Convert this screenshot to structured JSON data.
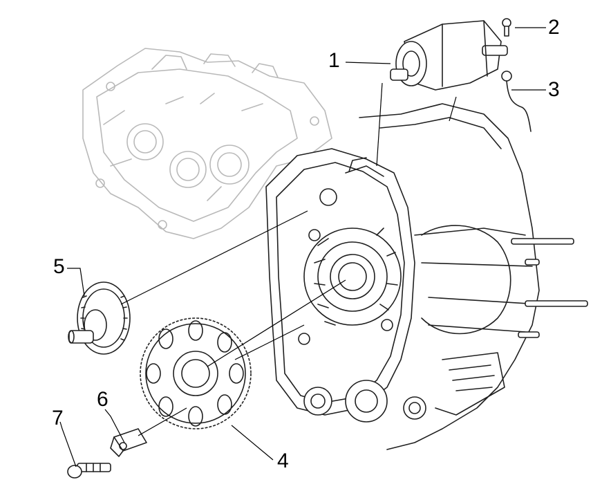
{
  "callouts": {
    "c1": "1",
    "c2": "2",
    "c3": "3",
    "c4": "4",
    "c5": "5",
    "c6": "6",
    "c7": "7"
  },
  "colors": {
    "ink": "#1f1f1f",
    "ghost": "#b9b9b9",
    "background": "#ffffff"
  }
}
